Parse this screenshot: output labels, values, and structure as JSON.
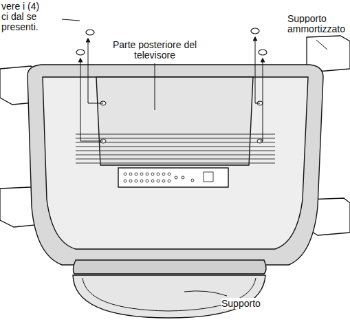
{
  "diagram": {
    "labels": [
      "vere i (4) ci dal se presenti.",
      "Parte posteriore del televisore",
      "Supporto ammortizzato",
      "Supporto"
    ]
  }
}
